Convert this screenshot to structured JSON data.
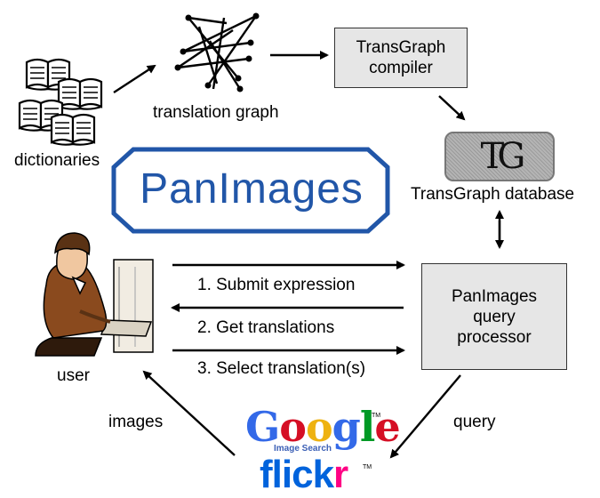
{
  "labels": {
    "dictionaries": "dictionaries",
    "translation_graph": "translation graph",
    "transgraph_compiler": [
      "TransGraph",
      "compiler"
    ],
    "transgraph_database": "TransGraph database",
    "tg_logo": "TG",
    "panimages_logo": "PanImages",
    "query_processor": [
      "PanImages",
      "query",
      "processor"
    ],
    "user": "user",
    "images": "images",
    "query": "query",
    "step1": "1. Submit expression",
    "step2": "2. Get translations",
    "step3": "3. Select translation(s)"
  },
  "logos": {
    "google_letters": [
      "G",
      "o",
      "o",
      "g",
      "l",
      "e"
    ],
    "google_colors": [
      "#3369e8",
      "#d50f25",
      "#eeb211",
      "#3369e8",
      "#009925",
      "#d50f25"
    ],
    "google_tm": "TM",
    "image_search": "Image Search",
    "flickr_letters": [
      "flick",
      "r"
    ],
    "flickr_colors": [
      "#0063dc",
      "#ff0084"
    ],
    "flickr_tm": "TM"
  },
  "colors": {
    "panimages_text": "#2156a8",
    "panimages_border": "#2156a8",
    "box_fill": "#e6e6e6"
  }
}
